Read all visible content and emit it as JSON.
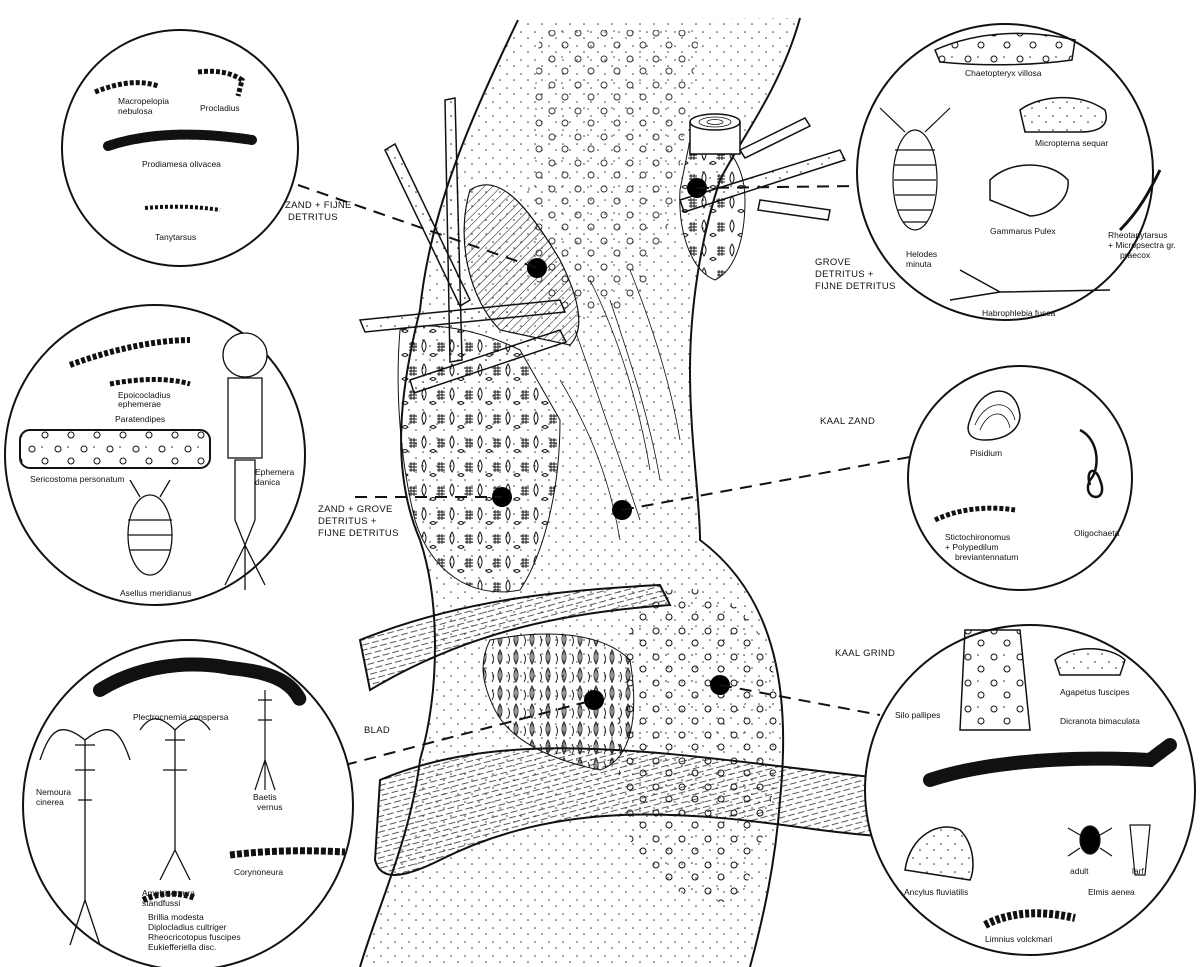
{
  "colors": {
    "ink": "#111111",
    "paper": "#ffffff"
  },
  "zones": {
    "zand_fijne": [
      "ZAND + FIJNE",
      "DETRITUS"
    ],
    "grove_fijne": [
      "GROVE",
      "DETRITUS +",
      "FIJNE DETRITUS"
    ],
    "kaal_zand": "KAAL ZAND",
    "zand_grove_fijne": [
      "ZAND + GROVE",
      "DETRITUS +",
      "FIJNE DETRITUS"
    ],
    "kaal_grind": "KAAL GRIND",
    "blad": "BLAD"
  },
  "circles": {
    "top_left": {
      "macropelopia": [
        "Macropelopia",
        "nebulosa"
      ],
      "procladius": "Procladius",
      "prodiamesa": "Prodiamesa olivacea",
      "tanytarsus": "Tanytarsus"
    },
    "top_right": {
      "chaetopteryx": "Chaetopteryx villosa",
      "micropterna": "Micropterna sequar",
      "gammarus": "Gammarus Pulex",
      "rheotanytarsus": [
        "Rheotanytarsus",
        "+ Micropsectra gr.",
        "praecox"
      ],
      "helodes": [
        "Helodes",
        "minuta"
      ],
      "habrophlebia": "Habrophlebia fusca"
    },
    "mid_left": {
      "epoicocladius": [
        "Epoicocladius",
        "ephemerae"
      ],
      "paratendipes": "Paratendipes",
      "sericostoma": "Sericostoma personatum",
      "ephemera": [
        "Ephemera",
        "danica"
      ],
      "asellus": "Asellus meridianus"
    },
    "mid_right": {
      "pisidium": "Pisidium",
      "oligochaeta": "Oligochaeta",
      "stictochironomus": [
        "Stictochironomus",
        "+ Polypedilum",
        "breviantennatum"
      ]
    },
    "bottom_left": {
      "plectrocnemia": "Plectrocnemia conspersa",
      "nemoura": [
        "Nemoura",
        "cinerea"
      ],
      "baetis": [
        "Baetis",
        "vernus"
      ],
      "amphinemura": [
        "Amphinemura",
        "standfussi"
      ],
      "corynoneura": "Corynoneura",
      "brillia": [
        "Brillia modesta",
        "Diplocladius cultriger",
        "Rheocricotopus fuscipes",
        "Eukiefferiella disc."
      ]
    },
    "bottom_right": {
      "silo": "Silo pallipes",
      "agapetus": "Agapetus fuscipes",
      "dicranota": "Dicranota bimaculata",
      "ancylus": "Ancylus fluviatilis",
      "elmis_adult": "adult",
      "elmis_larva": "larf",
      "elmis": "Elmis aenea",
      "limnius": "Limnius volckmari"
    }
  }
}
